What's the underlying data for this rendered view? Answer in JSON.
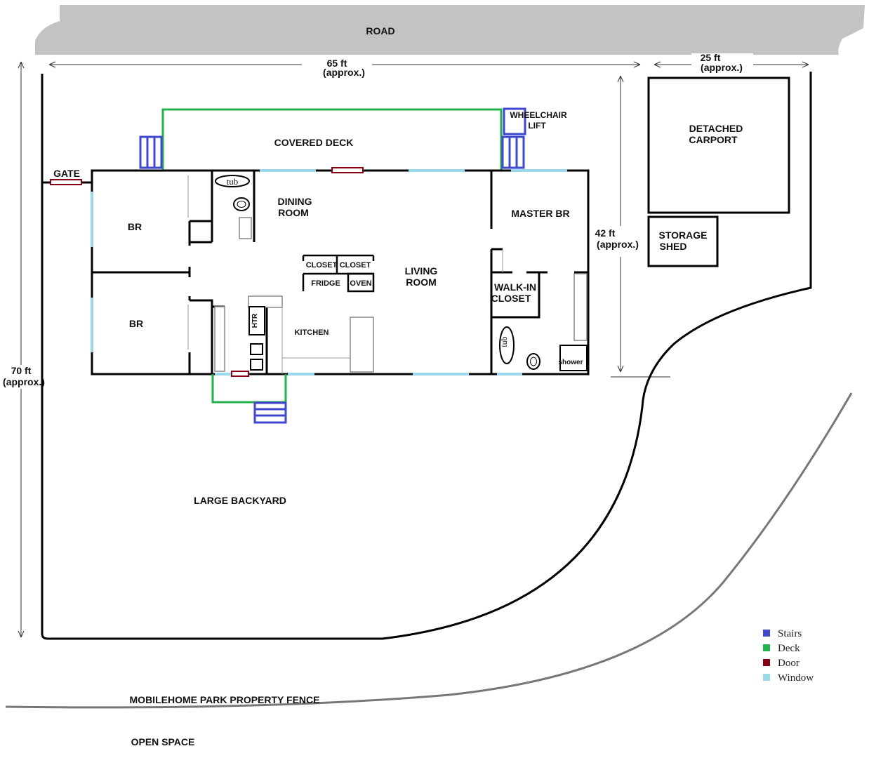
{
  "labels": {
    "road": "ROAD",
    "width_house": "65 ft",
    "width_house_approx": "(approx.)",
    "width_carport": "25 ft",
    "width_carport_approx": "(approx.)",
    "height_house": "42 ft",
    "height_house_approx": "(approx.)",
    "height_lot": "70 ft",
    "height_lot_approx": "(approx.)",
    "covered_deck": "COVERED DECK",
    "wheelchair_lift_1": "WHEELCHAIR",
    "wheelchair_lift_2": "LIFT",
    "gate": "GATE",
    "br_top": "BR",
    "br_bottom": "BR",
    "dining_1": "DINING",
    "dining_2": "ROOM",
    "living_1": "LIVING",
    "living_2": "ROOM",
    "master_br": "MASTER BR",
    "walkin_1": "WALK-IN",
    "walkin_2": "CLOSET",
    "kitchen": "KITCHEN",
    "closet_a": "CLOSET",
    "closet_b": "CLOSET",
    "fridge": "FRIDGE",
    "oven": "OVEN",
    "htr": "HTR",
    "tub_top": "tub",
    "tub_master": "tub",
    "shower": "shower",
    "carport_1": "DETACHED",
    "carport_2": "CARPORT",
    "shed_1": "STORAGE",
    "shed_2": "SHED",
    "backyard": "LARGE BACKYARD",
    "fence": "MOBILEHOME PARK PROPERTY FENCE",
    "open_space": "OPEN SPACE"
  },
  "legend": [
    {
      "label": "Stairs",
      "color": "#3f48cc"
    },
    {
      "label": "Deck",
      "color": "#22b14c"
    },
    {
      "label": "Door",
      "color": "#880015"
    },
    {
      "label": "Window",
      "color": "#99d9ea"
    }
  ],
  "colors": {
    "road": "#c3c3c3",
    "stairs": "#3f48cc",
    "deck": "#22b14c",
    "door": "#880015",
    "window": "#99d9ea"
  }
}
